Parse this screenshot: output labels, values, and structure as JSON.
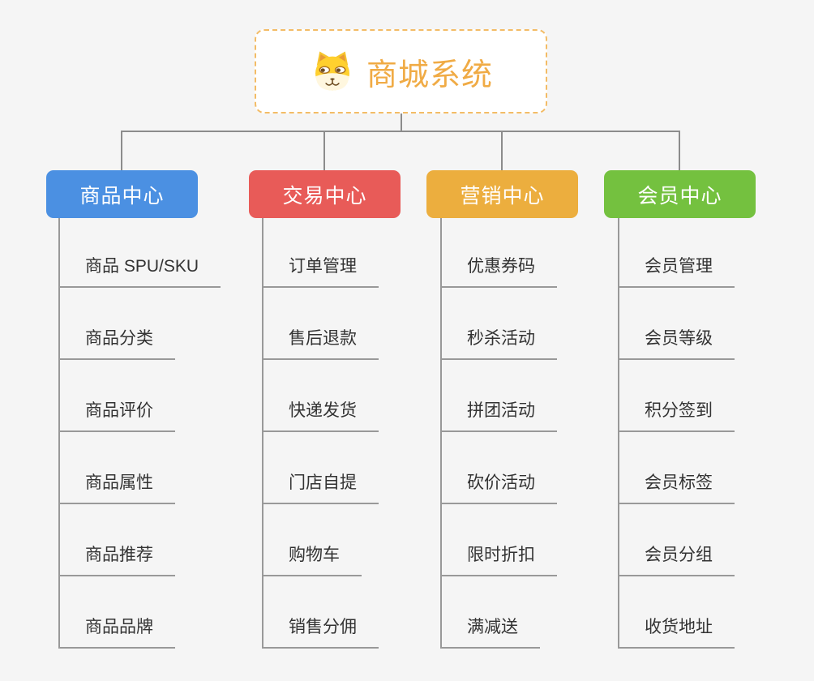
{
  "root": {
    "title": "商城系统",
    "icon": "shiba-dog-icon",
    "title_color": "#f0ab45",
    "border_color": "#f3bc66"
  },
  "connector_color": "#8c8c8c",
  "branches": [
    {
      "label": "商品中心",
      "color": "#4b90e2",
      "items": [
        "商品 SPU/SKU",
        "商品分类",
        "商品评价",
        "商品属性",
        "商品推荐",
        "商品品牌"
      ]
    },
    {
      "label": "交易中心",
      "color": "#e85b58",
      "items": [
        "订单管理",
        "售后退款",
        "快递发货",
        "门店自提",
        "购物车",
        "销售分佣"
      ]
    },
    {
      "label": "营销中心",
      "color": "#ecae3e",
      "items": [
        "优惠券码",
        "秒杀活动",
        "拼团活动",
        "砍价活动",
        "限时折扣",
        "满减送"
      ]
    },
    {
      "label": "会员中心",
      "color": "#74c13f",
      "items": [
        "会员管理",
        "会员等级",
        "积分签到",
        "会员标签",
        "会员分组",
        "收货地址"
      ]
    }
  ]
}
